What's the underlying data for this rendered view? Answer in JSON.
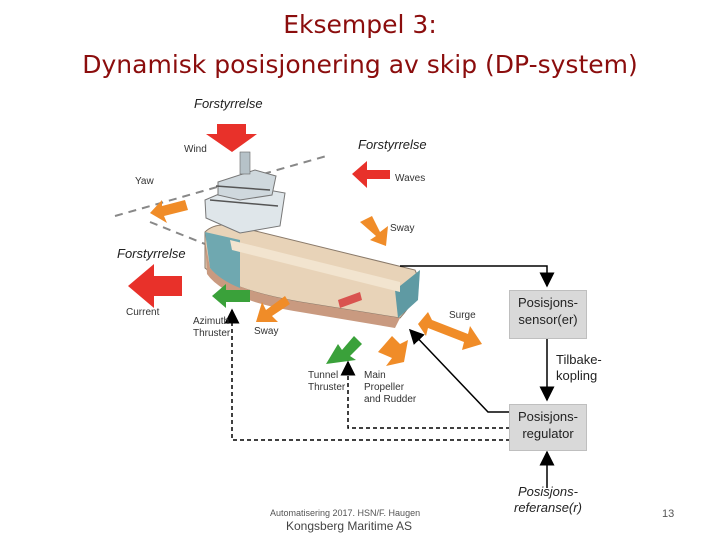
{
  "slide": {
    "title_line1": "Eksempel 3:",
    "title_line2": "Dynamisk posisjonering av skip (DP-system)",
    "page_number": "13"
  },
  "diagram": {
    "disturbance_labels": [
      "Forstyrrelse",
      "Forstyrrelse",
      "Forstyrrelse"
    ],
    "force_labels": {
      "wind": "Wind",
      "waves": "Waves",
      "yaw": "Yaw",
      "sway_top": "Sway",
      "current": "Current",
      "azimuth": [
        "Azimuth",
        "Thruster"
      ],
      "sway_bottom": "Sway",
      "surge": "Surge",
      "tunnel": [
        "Tunnel",
        "Thruster"
      ],
      "main": [
        "Main",
        "Propeller",
        "and Rudder"
      ]
    },
    "boxes": {
      "sensor": [
        "Posisjons-",
        "sensor(er)"
      ],
      "regulator": [
        "Posisjons-",
        "regulator"
      ]
    },
    "feedback_label": [
      "Tilbake-",
      "kopling"
    ],
    "reference_label": [
      "Posisjons-",
      "referanse(r)"
    ],
    "credit": "Kongsberg Maritime AS",
    "footer_note": "Automatisering 2017. HSN/F. Haugen"
  }
}
